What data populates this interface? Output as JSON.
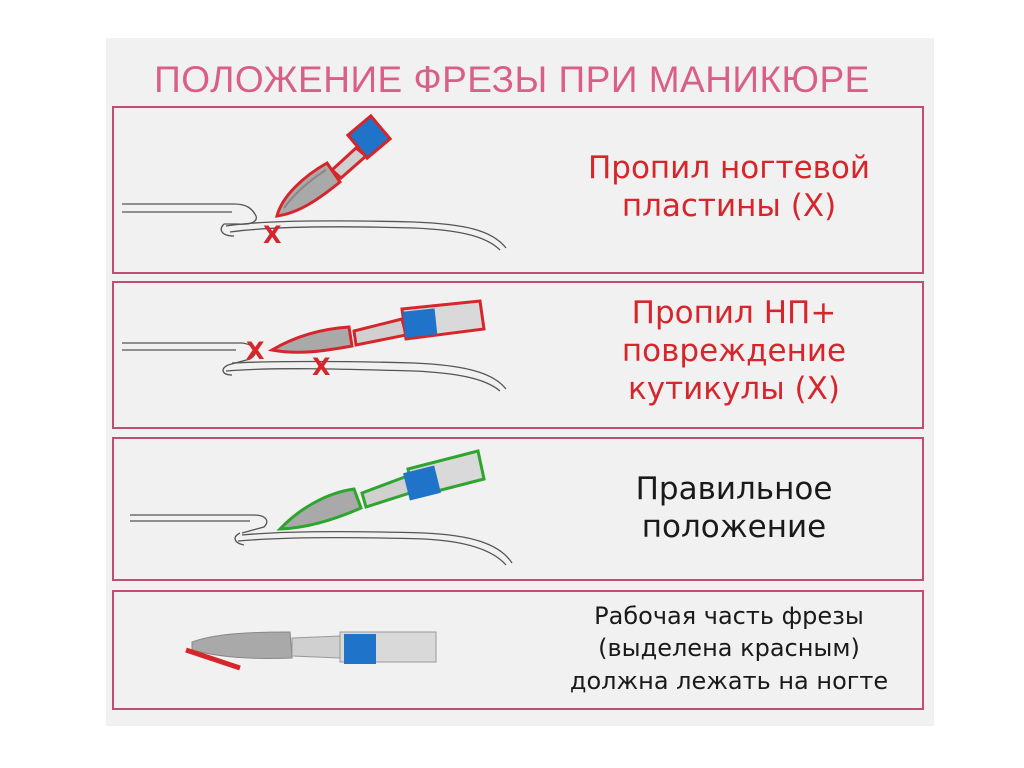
{
  "title": "ПОЛОЖЕНИЕ ФРЕЗЫ ПРИ МАНИКЮРЕ",
  "panels": [
    {
      "lines": [
        "Пропил ногтевой",
        "пластины (X)"
      ],
      "marks": [
        "X"
      ]
    },
    {
      "lines": [
        "Пропил НП+",
        "повреждение",
        "кутикулы (X)"
      ],
      "marks": [
        "X",
        "X"
      ]
    },
    {
      "lines": [
        "Правильное",
        "положение"
      ]
    },
    {
      "lines": [
        "Рабочая часть фрезы",
        "(выделена красным)",
        "должна лежать на ногте"
      ]
    }
  ],
  "colors": {
    "title": "#d95f86",
    "frame": "#c14d73",
    "wrong": "#d6262c",
    "correct": "#2fa52f",
    "collet": "#1f73c9"
  }
}
